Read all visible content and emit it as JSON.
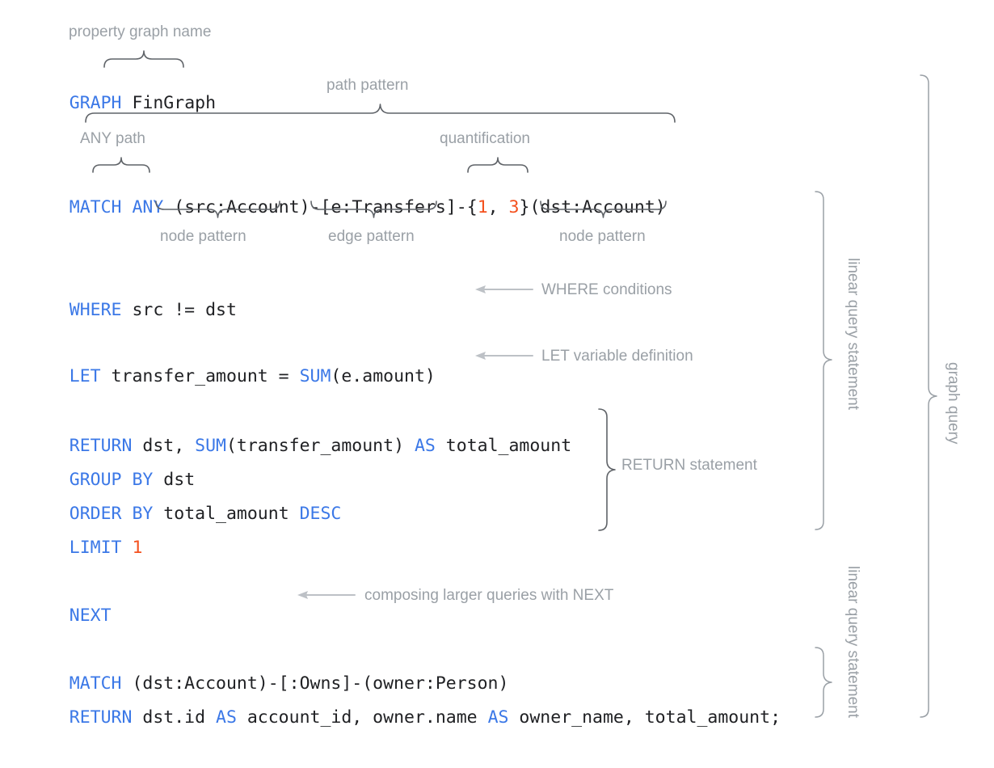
{
  "meta": {
    "kind": "annotated-code-diagram",
    "language": "GQL graph query",
    "keyword_color": "#3b78e7",
    "number_color": "#f4511e",
    "text_color": "#202124",
    "annotation_color": "#9aa0a6",
    "brace_color": "#5f6368",
    "arrow_color": "#bdc1c6",
    "background": "#ffffff"
  },
  "code": {
    "line_graph": {
      "keyword": "GRAPH",
      "space": " ",
      "name": "FinGraph"
    },
    "line_match": {
      "keyword": "MATCH",
      "space1": " ",
      "any": "ANY",
      "space2": " ",
      "node_src": "(src:Account)",
      "dash1": "-",
      "edge": "[e:Transfers]",
      "dash2": "-",
      "quant_open": "{",
      "quant_lo": "1",
      "quant_sep": ", ",
      "quant_hi": "3",
      "quant_close": "}",
      "node_dst": "(dst:Account)"
    },
    "line_where": {
      "keyword": "WHERE",
      "rest": " src != dst"
    },
    "line_let": {
      "keyword": "LET",
      "mid": " transfer_amount = ",
      "fn": "SUM",
      "args": "(e.amount)"
    },
    "line_return1": {
      "keyword": "RETURN",
      "mid1": " dst, ",
      "fn": "SUM",
      "args": "(transfer_amount) ",
      "as": "AS",
      "tail": " total_amount"
    },
    "line_group": {
      "keyword": "GROUP",
      "space": " ",
      "by": "BY",
      "tail": " dst"
    },
    "line_order": {
      "keyword": "ORDER",
      "space": " ",
      "by": "BY",
      "mid": " total_amount ",
      "desc": "DESC"
    },
    "line_limit": {
      "keyword": "LIMIT",
      "space": " ",
      "value": "1"
    },
    "line_next": {
      "keyword": "NEXT"
    },
    "line_match2": {
      "keyword": "MATCH",
      "rest": " (dst:Account)-[:Owns]-(owner:Person)"
    },
    "line_return2": {
      "keyword": "RETURN",
      "mid1": " dst.id ",
      "as1": "AS",
      "mid2": " account_id, owner.name ",
      "as2": "AS",
      "tail": " owner_name, total_amount;"
    }
  },
  "annotations": {
    "property_graph_name": "property graph name",
    "path_pattern": "path pattern",
    "any_path": "ANY path",
    "quantification": "quantification",
    "node_pattern_left": "node pattern",
    "edge_pattern": "edge pattern",
    "node_pattern_right": "node pattern",
    "where_conditions": "WHERE conditions",
    "let_variable_definition": "LET variable definition",
    "return_statement": "RETURN statement",
    "composing_with_next": "composing larger queries with NEXT",
    "linear_query_statement_1": "linear query statement",
    "linear_query_statement_2": "linear query statement",
    "graph_query": "graph query"
  }
}
